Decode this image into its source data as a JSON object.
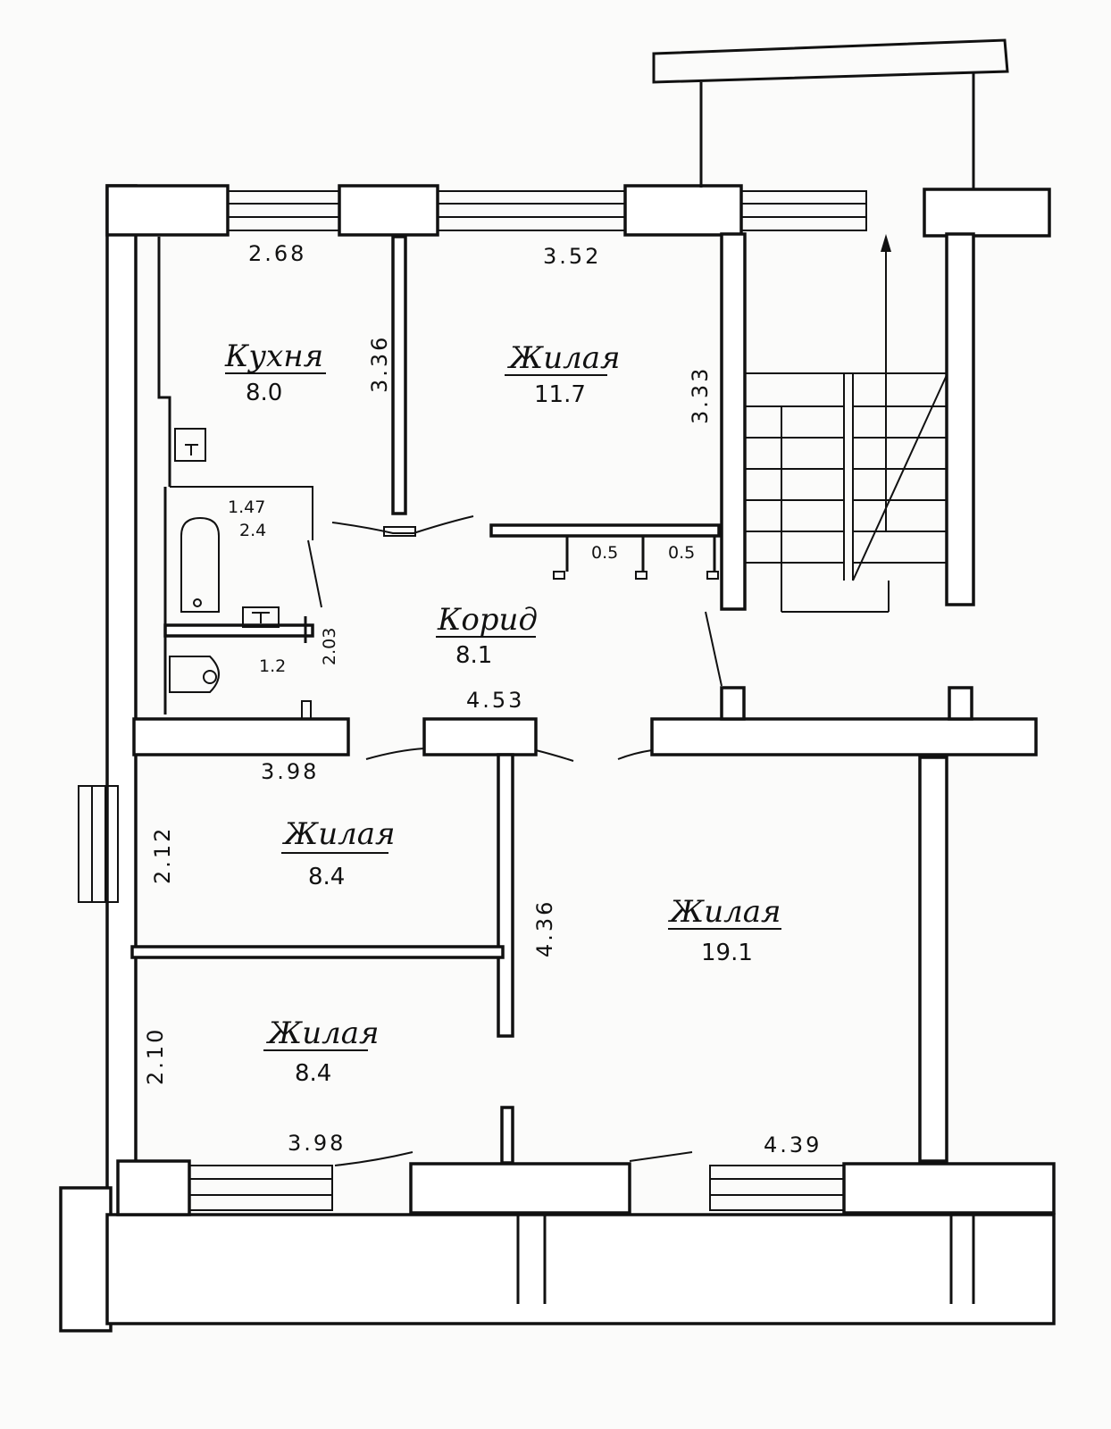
{
  "rooms": {
    "kitchen": {
      "label": "Кухня",
      "area": "8.0"
    },
    "living_top": {
      "label": "Жилая",
      "area": "11.7"
    },
    "corridor": {
      "label": "Корид",
      "area": "8.1"
    },
    "living_mid_left": {
      "label": "Жилая",
      "area": "8.4"
    },
    "living_bottom_left": {
      "label": "Жилая",
      "area": "8.4"
    },
    "living_large": {
      "label": "Жилая",
      "area": "19.1"
    },
    "bathroom": {
      "area": "2.4"
    }
  },
  "dimensions": {
    "kitchen_width": "2.68",
    "kitchen_depth": "3.36",
    "living_top_width": "3.52",
    "living_top_depth": "3.33",
    "bath_width": "1.47",
    "bath_depth": "2.03",
    "wc_width": "1.2",
    "closet_1": "0.5",
    "closet_2": "0.5",
    "corridor_width": "4.53",
    "mid_left_width": "3.98",
    "mid_left_depth": "2.12",
    "bottom_left_depth": "2.10",
    "bottom_left_width": "3.98",
    "living_large_width": "4.39",
    "living_large_depth": "4.36"
  }
}
